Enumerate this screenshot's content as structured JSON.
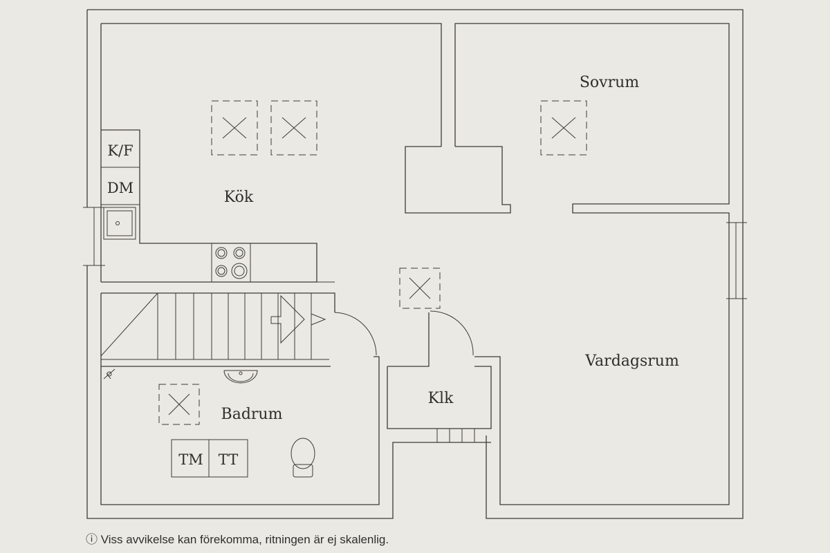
{
  "rooms": {
    "kitchen": "Kök",
    "bedroom": "Sovrum",
    "living_room": "Vardagsrum",
    "bathroom": "Badrum",
    "closet": "Klk"
  },
  "appliances": {
    "fridge_freezer": "K/F",
    "dishwasher": "DM",
    "washing_machine": "TM",
    "tumble_dryer": "TT"
  },
  "footer": {
    "info_icon": "info-circle-icon",
    "note": "Viss avvikelse kan förekomma, ritningen är ej skalenlig."
  },
  "colors": {
    "paper": "#ebe9e3",
    "ink": "#3b3b38"
  }
}
